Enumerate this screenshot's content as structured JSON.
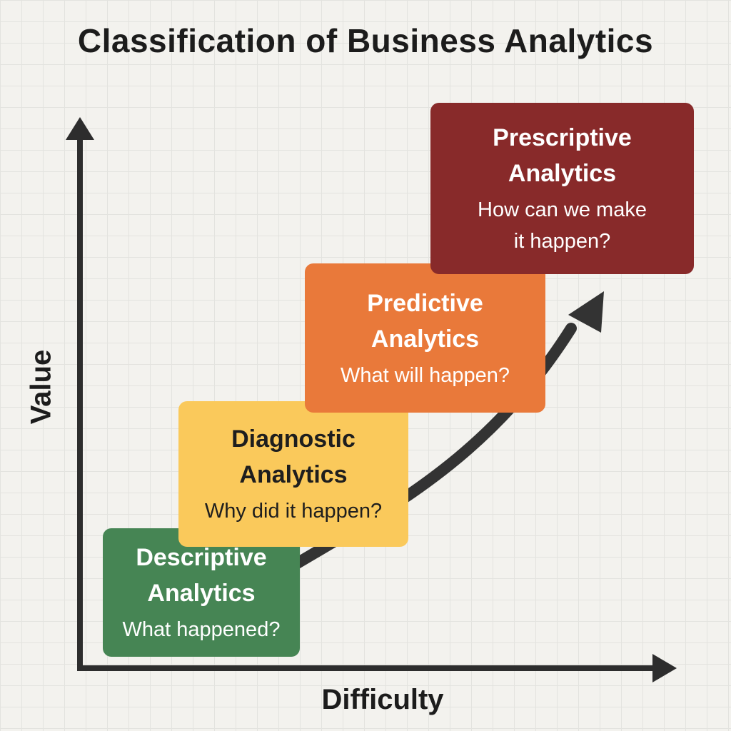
{
  "title": "Classification of Business Analytics",
  "axes": {
    "y_label": "Value",
    "x_label": "Difficulty"
  },
  "steps": [
    {
      "name": "Descriptive Analytics",
      "title_line1": "Descriptive",
      "title_line2": "Analytics",
      "question": "What happened?",
      "color": "#468554"
    },
    {
      "name": "Diagnostic Analytics",
      "title_line1": "Diagnostic",
      "title_line2": "Analytics",
      "question": "Why did it happen?",
      "color": "#fac95b"
    },
    {
      "name": "Predictive Analytics",
      "title_line1": "Predictive",
      "title_line2": "Analytics",
      "question": "What will happen?",
      "color": "#e9793a"
    },
    {
      "name": "Prescriptive Analytics",
      "title_line1": "Prescriptive",
      "title_line2": "Analytics",
      "question_line1": "How can we make",
      "question_line2": "it happen?",
      "color": "#882a2a"
    }
  ],
  "colors": {
    "axis": "#2d2d2d",
    "arrow": "#333333",
    "background": "#f3f2ee"
  }
}
